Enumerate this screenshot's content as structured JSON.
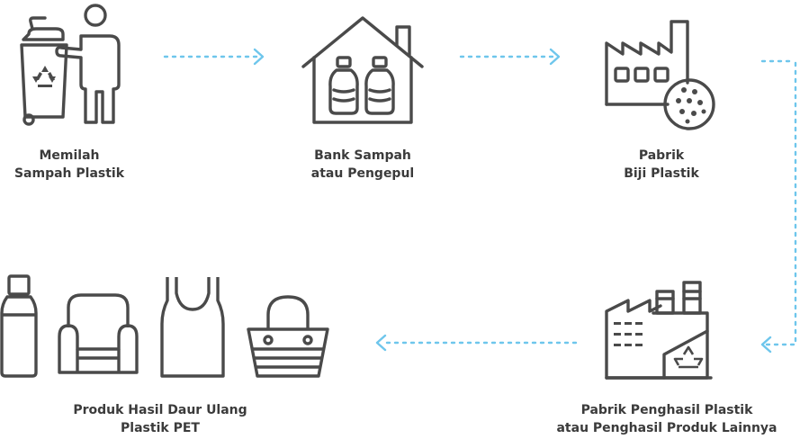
{
  "colors": {
    "icon_stroke": "#4a4a4a",
    "text": "#3b3b3b",
    "arrow": "#6ec6ec",
    "background": "#ffffff"
  },
  "steps": [
    {
      "id": "sort",
      "icon": "person-trash-bin-icon",
      "lines": [
        "Memilah",
        "Sampah Plastik"
      ]
    },
    {
      "id": "bank",
      "icon": "house-bottles-icon",
      "lines": [
        "Bank Sampah",
        "atau Pengepul"
      ]
    },
    {
      "id": "pellet",
      "icon": "factory-pellets-icon",
      "lines": [
        "Pabrik",
        "Biji Plastik"
      ]
    },
    {
      "id": "manufacturer",
      "icon": "factory-recycle-icon",
      "lines": [
        "Pabrik Penghasil Plastik",
        "atau Penghasil Produk Lainnya"
      ]
    },
    {
      "id": "products",
      "icon": "recycled-products-icon",
      "lines": [
        "Produk Hasil Daur Ulang",
        "Plastik PET"
      ]
    }
  ],
  "product_icons": [
    "bottle-icon",
    "armchair-icon",
    "tank-top-icon",
    "tote-bag-icon"
  ]
}
